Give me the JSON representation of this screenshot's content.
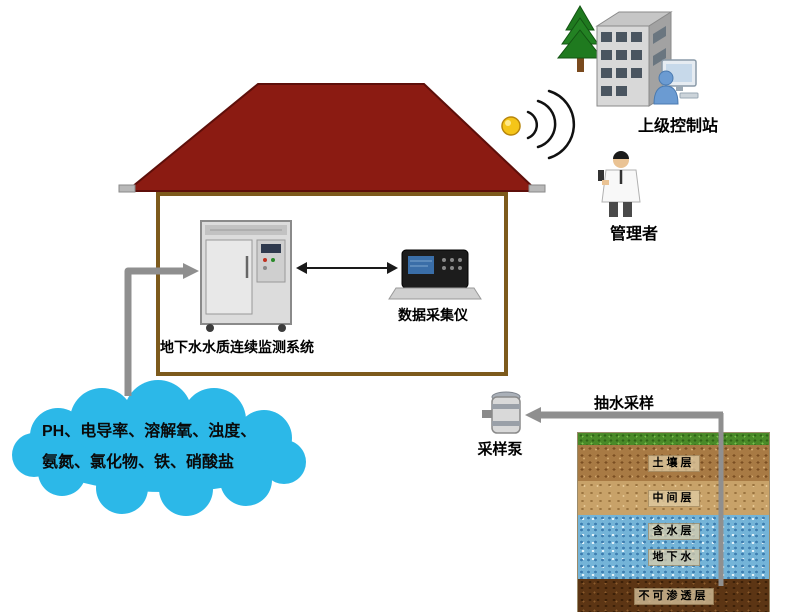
{
  "station": {
    "label": "上级控制站"
  },
  "manager": {
    "label": "管理者"
  },
  "house": {
    "monitor_label": "地下水水质连续监测系统",
    "collector_label": "数据采集仪"
  },
  "cloud": {
    "line1": "PH、电导率、溶解氧、浊度、",
    "line2": "氨氮、氯化物、铁、硝酸盐"
  },
  "pump": {
    "label": "采样泵"
  },
  "well": {
    "label": "抽水采样"
  },
  "soil": {
    "layers": [
      {
        "label": "土壤层"
      },
      {
        "label": "中间层"
      },
      {
        "label": "含水层"
      },
      {
        "label": "地下水"
      },
      {
        "label": "不可渗透层"
      }
    ]
  },
  "colors": {
    "roof": "#8b1b12",
    "house_border": "#7d5a1c",
    "cloud_fill": "#2cb8e8",
    "pipe_gray": "#8f8f8f",
    "signal_ball": "#f5c518",
    "aquifer_blue": "#74b4d8",
    "impermeable_brown": "#5c3514"
  }
}
